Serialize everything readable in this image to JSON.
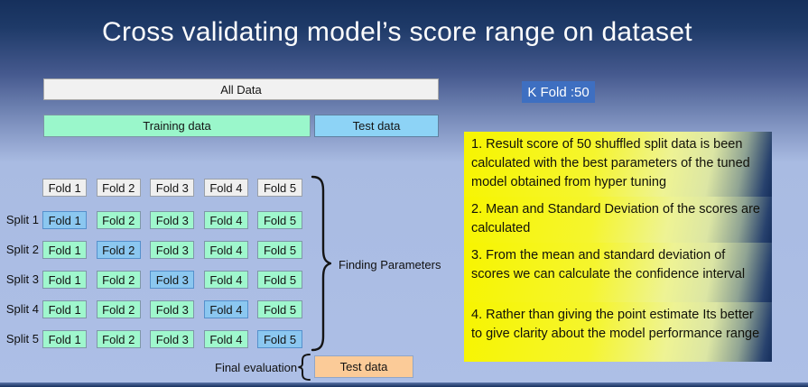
{
  "title": "Cross validating model’s score range on dataset",
  "diagram": {
    "all_data_label": "All Data",
    "training_label": "Training data",
    "test_label": "Test data",
    "fold_headers": [
      "Fold 1",
      "Fold 2",
      "Fold 3",
      "Fold 4",
      "Fold 5"
    ],
    "splits": [
      {
        "label": "Split 1",
        "folds": [
          "Fold 1",
          "Fold 2",
          "Fold 3",
          "Fold 4",
          "Fold 5"
        ],
        "highlight": 0
      },
      {
        "label": "Split 2",
        "folds": [
          "Fold 1",
          "Fold 2",
          "Fold 3",
          "Fold 4",
          "Fold 5"
        ],
        "highlight": 1
      },
      {
        "label": "Split 3",
        "folds": [
          "Fold 1",
          "Fold 2",
          "Fold 3",
          "Fold 4",
          "Fold 5"
        ],
        "highlight": 2
      },
      {
        "label": "Split 4",
        "folds": [
          "Fold 1",
          "Fold 2",
          "Fold 3",
          "Fold 4",
          "Fold 5"
        ],
        "highlight": 3
      },
      {
        "label": "Split 5",
        "folds": [
          "Fold 1",
          "Fold 2",
          "Fold 3",
          "Fold 4",
          "Fold 5"
        ],
        "highlight": 4
      }
    ],
    "brace_label": "Finding Parameters",
    "final_eval_label": "Final evaluation",
    "final_test_label": "Test data"
  },
  "kfold_badge": "K Fold :50",
  "notes": [
    "1. Result score of 50 shuffled split data is been calculated with the best parameters of the tuned model obtained from hyper tuning",
    "2. Mean and Standard Deviation of the scores are calculated",
    "3. From the mean and standard deviation of scores we can calculate the confidence interval",
    "4. Rather than giving the point estimate Its better to give clarity about the model performance range"
  ],
  "colors": {
    "background_top": "#16305c",
    "background_light": "#adbfe6",
    "train_green": "#9ff7cd",
    "test_blue": "#8bc7f0",
    "final_test_orange": "#fbcb98",
    "badge_blue": "#3e6fc1",
    "note_yellow": "#f7f500",
    "note_dark_corner": "#152e5c"
  }
}
